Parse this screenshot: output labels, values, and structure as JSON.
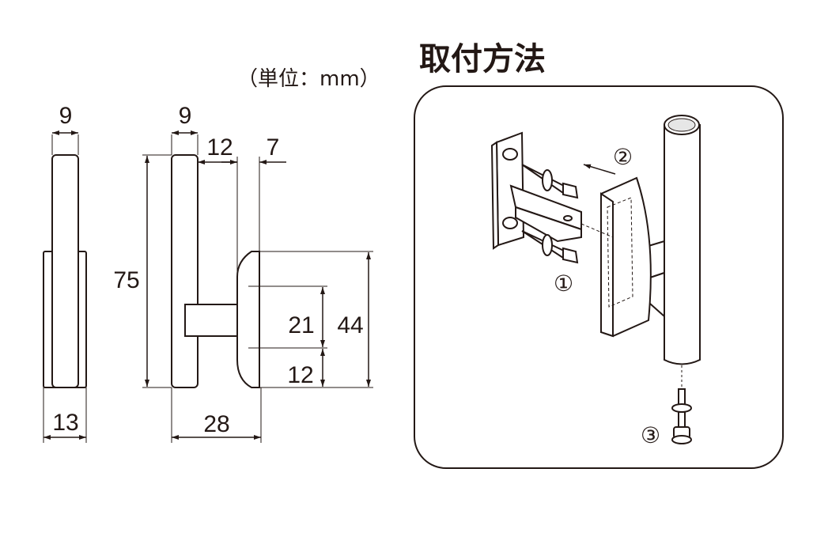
{
  "unit_label": "（単位：mm）",
  "mounting_title": "取付方法",
  "dimensions": {
    "side_width_top": "9",
    "side_width_bottom": "13",
    "front_rod_width": "9",
    "height_total": "75",
    "bracket_gap": "12",
    "plate_thickness": "7",
    "plate_height": "44",
    "hole_pitch": "21",
    "hole_offset": "12",
    "depth_total": "28"
  },
  "steps": {
    "step1": "①",
    "step2": "②",
    "step3": "③"
  },
  "colors": {
    "line": "#231815",
    "background": "#ffffff"
  }
}
